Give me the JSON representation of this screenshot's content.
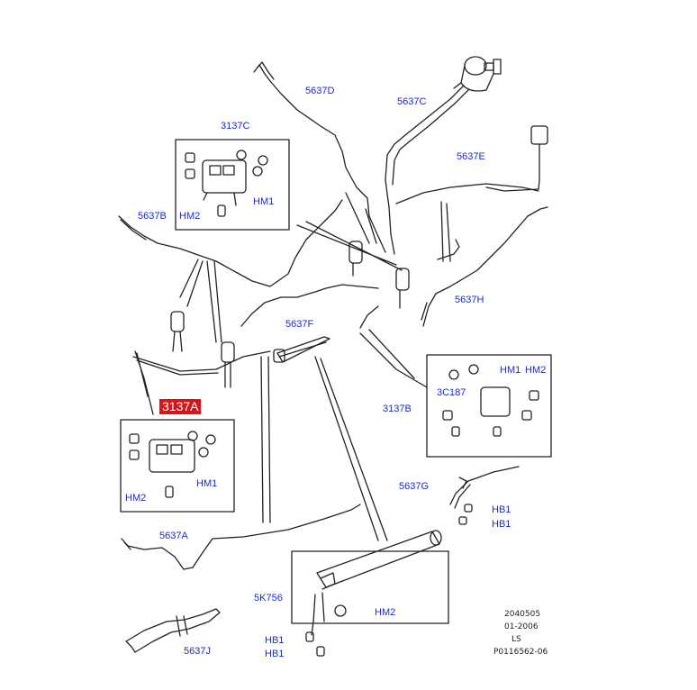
{
  "diagram": {
    "colors": {
      "label": "#1a2ad0",
      "highlight_bg": "#d8141a",
      "highlight_fg": "#ffffff",
      "lines": "#222222"
    },
    "labels": {
      "p5637D": "5637D",
      "p5637C": "5637C",
      "p3137C": "3137C",
      "p5637E": "5637E",
      "p5637B": "5637B",
      "hm1_top": "HM1",
      "hm2_top": "HM2",
      "p5637H": "5637H",
      "p5637F": "5637F",
      "hm1_right": "HM1",
      "hm2_right": "HM2",
      "p3C187": "3C187",
      "p3137B": "3137B",
      "p3137A": "3137A",
      "hm1_left": "HM1",
      "hm2_left": "HM2",
      "p5637G": "5637G",
      "hb1_a": "HB1",
      "hb1_b": "HB1",
      "p5637A": "5637A",
      "p5K756": "5K756",
      "hm2_bottom": "HM2",
      "hb1_c": "HB1",
      "hb1_d": "HB1",
      "p5637J": "5637J"
    },
    "meta": {
      "code": "2040505",
      "date": "01-2006",
      "initials": "LS",
      "ref": "P0116562-06"
    }
  }
}
